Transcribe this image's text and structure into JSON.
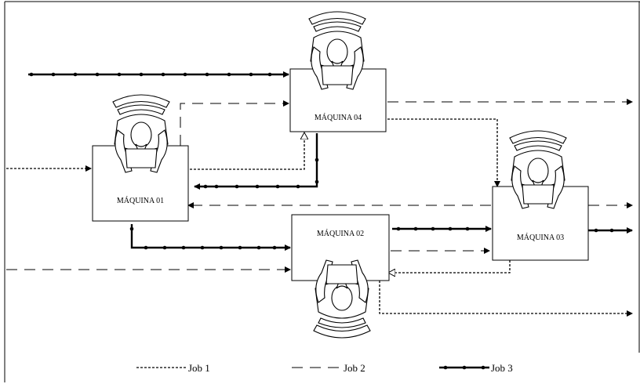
{
  "machines": [
    {
      "id": "m01",
      "label": "MÁQUINA 01"
    },
    {
      "id": "m02",
      "label": "MÁQUINA 02"
    },
    {
      "id": "m03",
      "label": "MÁQUINA 03"
    },
    {
      "id": "m04",
      "label": "MÁQUINA 04"
    }
  ],
  "legend": {
    "job1": "Job 1",
    "job2": "Job 2",
    "job3": "Job 3"
  }
}
